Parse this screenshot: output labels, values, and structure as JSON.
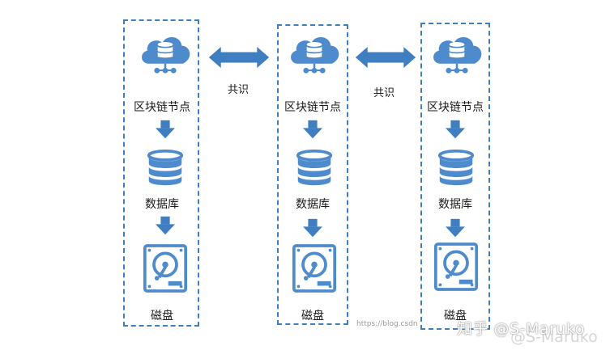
{
  "nodes": [
    {
      "title": "区块链节点",
      "db_label": "数据库",
      "disk_label": "磁盘"
    },
    {
      "title": "区块链节点",
      "db_label": "数据库",
      "disk_label": "磁盘"
    },
    {
      "title": "区块链节点",
      "db_label": "数据库",
      "disk_label": "磁盘"
    }
  ],
  "links": [
    {
      "label": "共识"
    },
    {
      "label": "共识"
    }
  ],
  "watermark": {
    "url": "https://blog.csdn",
    "zhihu": "知乎 @S-Maruko",
    "ghost": "@S-Maruko"
  },
  "colors": {
    "accent": "#3f7fc1",
    "icon_fill": "#4e8bcc",
    "arrow": "#3f7fc1"
  },
  "icons": [
    "cloud-database-icon",
    "database-icon",
    "hard-disk-icon",
    "arrow-down-icon",
    "double-arrow-icon"
  ]
}
